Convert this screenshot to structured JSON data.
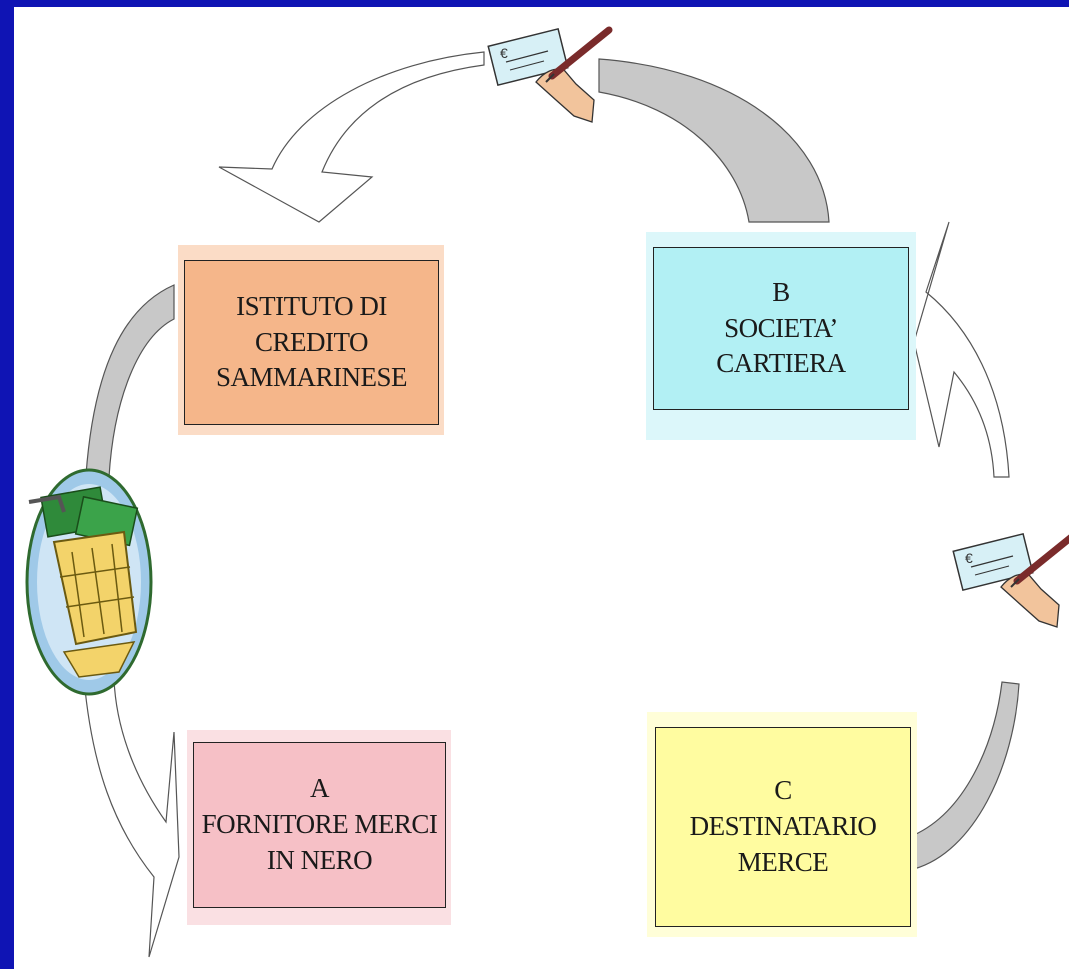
{
  "boxes": {
    "istituto": {
      "lines": [
        "ISTITUTO DI",
        "CREDITO",
        "SAMMARINESE"
      ],
      "fill": "#f5b68a",
      "glow": "#fbdcc6"
    },
    "b": {
      "lines": [
        "B",
        "SOCIETA’",
        "CARTIERA"
      ],
      "fill": "#b2f0f4",
      "glow": "#dcf7fa"
    },
    "a": {
      "lines": [
        "A",
        "FORNITORE MERCI",
        "IN NERO"
      ],
      "fill": "#f6c0c6",
      "glow": "#fae0e3"
    },
    "c": {
      "lines": [
        "C",
        "DESTINATARIO",
        "MERCE"
      ],
      "fill": "#fffca0",
      "glow": "#fffed8"
    }
  },
  "colors": {
    "frame": "#0f14b4",
    "arrow_gray": "#c8c8c8",
    "arrow_outline": "#ffffff"
  },
  "icons": [
    "cheque-signing-icon",
    "cheque-signing-icon",
    "shopping-cart-money-icon"
  ]
}
